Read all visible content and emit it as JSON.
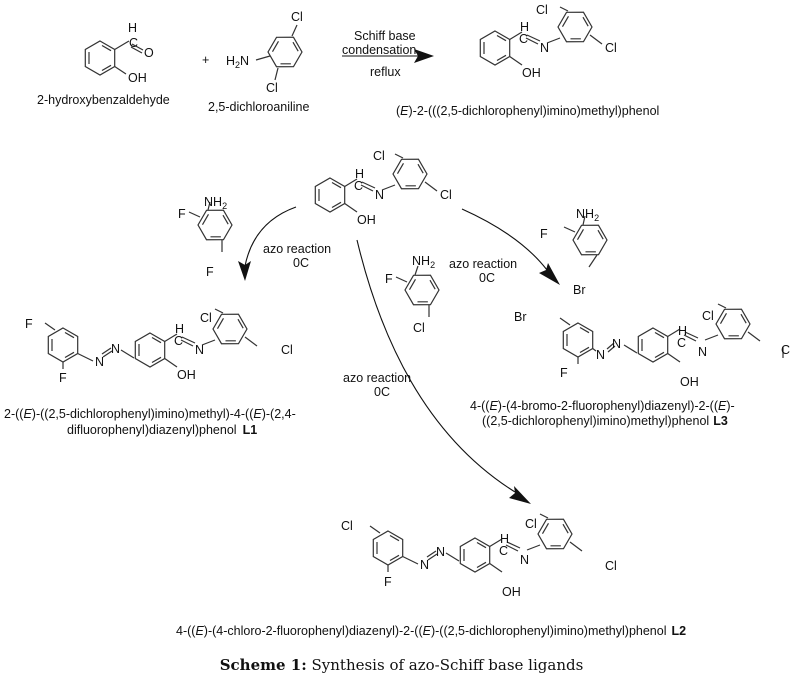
{
  "reactants": {
    "aldehyde": {
      "name": "2-hydroxybenzaldehyde",
      "atoms": {
        "h": "H",
        "c": "C",
        "o": "O",
        "oh": "OH"
      }
    },
    "plus": "+",
    "aniline": {
      "name": "2,5-dichloroaniline",
      "atoms": {
        "h2n": "H",
        "h2n_sub": "2",
        "h2n_n": "N",
        "cl_top": "Cl",
        "cl_bottom": "Cl"
      }
    }
  },
  "step1": {
    "line1": "Schiff base",
    "line2": "condensation",
    "line3": "reflux"
  },
  "schiff_base": {
    "name_prefix": "(",
    "name_e": "E",
    "name_suffix": ")-2-(((2,5-dichlorophenyl)imino)methyl)phenol",
    "atoms": {
      "cl1": "Cl",
      "cl2": "Cl",
      "h": "H",
      "c": "C",
      "n": "N",
      "oh": "OH"
    }
  },
  "intermediate": {
    "atoms": {
      "cl1": "Cl",
      "cl2": "Cl",
      "h": "H",
      "c": "C",
      "n": "N",
      "oh": "OH"
    }
  },
  "reagents": {
    "r1": {
      "atoms": {
        "nh": "NH",
        "sub": "2",
        "f1": "F",
        "f2": "F"
      }
    },
    "r2": {
      "atoms": {
        "nh": "NH",
        "sub": "2",
        "f": "F",
        "cl": "Cl"
      }
    },
    "r3": {
      "atoms": {
        "nh": "NH",
        "sub": "2",
        "f": "F",
        "br": "Br"
      }
    }
  },
  "conditions": {
    "left": {
      "line1": "azo reaction",
      "line2": "0C"
    },
    "middle": {
      "line1": "azo reaction",
      "line2": "0C"
    },
    "right": {
      "line1": "azo reaction",
      "line2": "0C"
    }
  },
  "products": {
    "L1": {
      "name_line1_a": "2-((",
      "name_line1_e1": "E",
      "name_line1_b": ")-((2,5-dichlorophenyl)imino)methyl)-4-((",
      "name_line1_e2": "E",
      "name_line1_c": ")-(2,4-",
      "name_line2": "difluorophenyl)diazenyl)phenol",
      "label": "L1",
      "atoms": {
        "f1": "F",
        "f2": "F",
        "n1": "N",
        "n2": "N",
        "cl1": "Cl",
        "cl2": "Cl",
        "h": "H",
        "c": "C",
        "n3": "N",
        "oh": "OH"
      }
    },
    "L2": {
      "name_a": "4-((",
      "name_e1": "E",
      "name_b": ")-(4-chloro-2-fluorophenyl)diazenyl)-2-((",
      "name_e2": "E",
      "name_c": ")-((2,5-dichlorophenyl)imino)methyl)phenol",
      "label": "L2",
      "atoms": {
        "cl0": "Cl",
        "f": "F",
        "n1": "N",
        "n2": "N",
        "cl1": "Cl",
        "cl2": "Cl",
        "h": "H",
        "c": "C",
        "n3": "N",
        "oh": "OH"
      }
    },
    "L3": {
      "name_line1_a": "4-((",
      "name_line1_e1": "E",
      "name_line1_b": ")-(4-bromo-2-fluorophenyl)diazenyl)-2-((",
      "name_line1_e2": "E",
      "name_line1_c": ")-",
      "name_line2": "((2,5-dichlorophenyl)imino)methyl)phenol",
      "label": "L3",
      "atoms": {
        "br": "Br",
        "f": "F",
        "n1": "N",
        "n2": "N",
        "cl1": "Cl",
        "cl2": "C",
        "h": "H",
        "c": "C",
        "n3": "N",
        "oh": "OH"
      }
    }
  },
  "caption": {
    "label": "Scheme 1:",
    "text": " Synthesis of azo-Schiff base ligands"
  }
}
